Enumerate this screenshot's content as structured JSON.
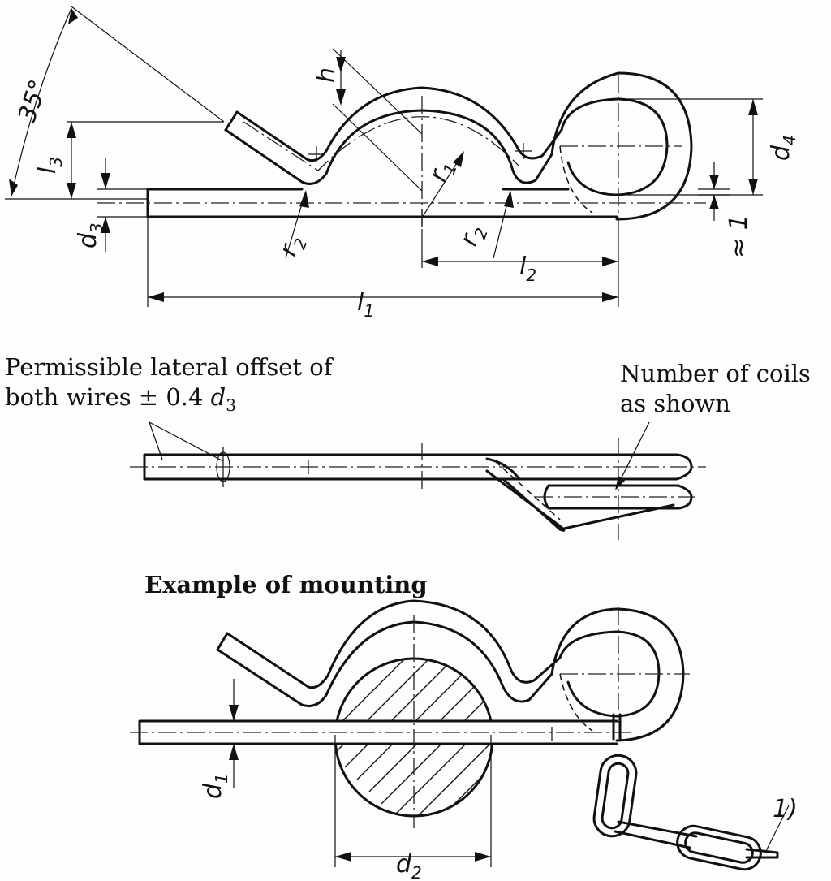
{
  "labels": {
    "angle": "35°",
    "h": "h",
    "d4": "d",
    "d4_sub": "4",
    "l3": "l",
    "l3_sub": "3",
    "d3": "d",
    "d3_sub": "3",
    "r1": "r",
    "r1_sub": "1",
    "r2_left": "r",
    "r2_left_sub": "2",
    "r2_right": "r",
    "r2_right_sub": "2",
    "l2": "l",
    "l2_sub": "2",
    "l1": "l",
    "l1_sub": "1",
    "approx_one": "≈ 1",
    "d1": "d",
    "d1_sub": "1",
    "d2": "d",
    "d2_sub": "2",
    "footnote": "1)"
  },
  "notes": {
    "offset_line1": "Permissible lateral offset of",
    "offset_line2_prefix": "both wires ± 0.4 ",
    "offset_line2_var": "d",
    "offset_line2_sub": "3",
    "coils_line1": "Number of coils",
    "coils_line2": "as shown",
    "mounting_title": "Example of mounting"
  }
}
